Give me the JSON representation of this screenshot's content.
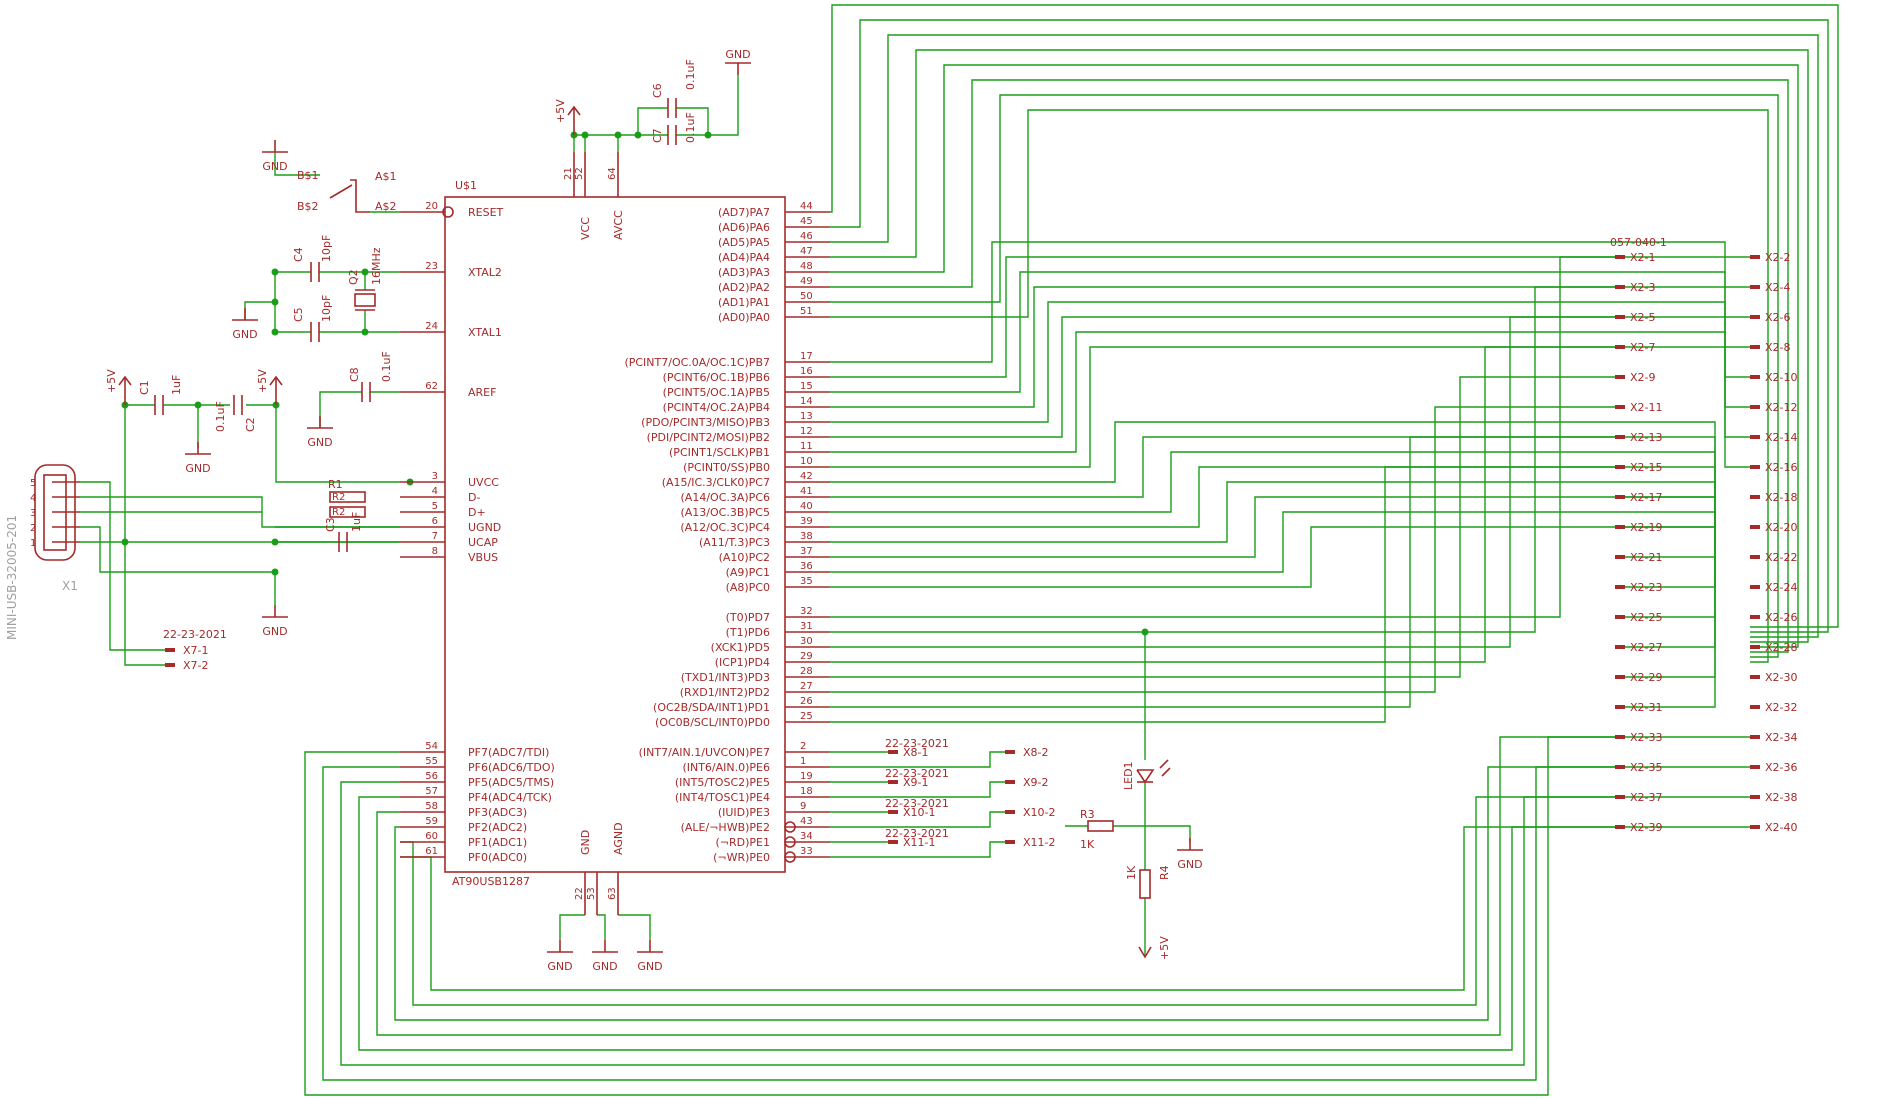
{
  "mcu": {
    "ref": "U$1",
    "part": "AT90USB1287",
    "left_pins": [
      {
        "num": "20",
        "name": "RESET"
      },
      {
        "num": "23",
        "name": "XTAL2"
      },
      {
        "num": "24",
        "name": "XTAL1"
      },
      {
        "num": "62",
        "name": "AREF"
      },
      {
        "num": "3",
        "name": "UVCC"
      },
      {
        "num": "4",
        "name": "D-"
      },
      {
        "num": "5",
        "name": "D+"
      },
      {
        "num": "6",
        "name": "UGND"
      },
      {
        "num": "7",
        "name": "UCAP"
      },
      {
        "num": "8",
        "name": "VBUS"
      },
      {
        "num": "54",
        "name": "PF7(ADC7/TDI)"
      },
      {
        "num": "55",
        "name": "PF6(ADC6/TDO)"
      },
      {
        "num": "56",
        "name": "PF5(ADC5/TMS)"
      },
      {
        "num": "57",
        "name": "PF4(ADC4/TCK)"
      },
      {
        "num": "58",
        "name": "PF3(ADC3)"
      },
      {
        "num": "59",
        "name": "PF2(ADC2)"
      },
      {
        "num": "60",
        "name": "PF1(ADC1)"
      },
      {
        "num": "61",
        "name": "PF0(ADC0)"
      }
    ],
    "right_pins": [
      {
        "num": "44",
        "name": "(AD7)PA7"
      },
      {
        "num": "45",
        "name": "(AD6)PA6"
      },
      {
        "num": "46",
        "name": "(AD5)PA5"
      },
      {
        "num": "47",
        "name": "(AD4)PA4"
      },
      {
        "num": "48",
        "name": "(AD3)PA3"
      },
      {
        "num": "49",
        "name": "(AD2)PA2"
      },
      {
        "num": "50",
        "name": "(AD1)PA1"
      },
      {
        "num": "51",
        "name": "(AD0)PA0"
      },
      {
        "num": "17",
        "name": "(PCINT7/OC.0A/OC.1C)PB7"
      },
      {
        "num": "16",
        "name": "(PCINT6/OC.1B)PB6"
      },
      {
        "num": "15",
        "name": "(PCINT5/OC.1A)PB5"
      },
      {
        "num": "14",
        "name": "(PCINT4/OC.2A)PB4"
      },
      {
        "num": "13",
        "name": "(PDO/PCINT3/MISO)PB3"
      },
      {
        "num": "12",
        "name": "(PDI/PCINT2/MOSI)PB2"
      },
      {
        "num": "11",
        "name": "(PCINT1/SCLK)PB1"
      },
      {
        "num": "10",
        "name": "(PCINT0/SS)PB0"
      },
      {
        "num": "42",
        "name": "(A15/IC.3/CLK0)PC7"
      },
      {
        "num": "41",
        "name": "(A14/OC.3A)PC6"
      },
      {
        "num": "40",
        "name": "(A13/OC.3B)PC5"
      },
      {
        "num": "39",
        "name": "(A12/OC.3C)PC4"
      },
      {
        "num": "38",
        "name": "(A11/T.3)PC3"
      },
      {
        "num": "37",
        "name": "(A10)PC2"
      },
      {
        "num": "36",
        "name": "(A9)PC1"
      },
      {
        "num": "35",
        "name": "(A8)PC0"
      },
      {
        "num": "32",
        "name": "(T0)PD7"
      },
      {
        "num": "31",
        "name": "(T1)PD6"
      },
      {
        "num": "30",
        "name": "(XCK1)PD5"
      },
      {
        "num": "29",
        "name": "(ICP1)PD4"
      },
      {
        "num": "28",
        "name": "(TXD1/INT3)PD3"
      },
      {
        "num": "27",
        "name": "(RXD1/INT2)PD2"
      },
      {
        "num": "26",
        "name": "(OC2B/SDA/INT1)PD1"
      },
      {
        "num": "25",
        "name": "(OC0B/SCL/INT0)PD0"
      },
      {
        "num": "2",
        "name": "(INT7/AIN.1/UVCON)PE7"
      },
      {
        "num": "1",
        "name": "(INT6/AIN.0)PE6"
      },
      {
        "num": "19",
        "name": "(INT5/TOSC2)PE5"
      },
      {
        "num": "18",
        "name": "(INT4/TOSC1)PE4"
      },
      {
        "num": "9",
        "name": "(IUID)PE3"
      },
      {
        "num": "43",
        "name": "(ALE/¬HWB)PE2"
      },
      {
        "num": "34",
        "name": "(¬RD)PE1"
      },
      {
        "num": "33",
        "name": "(¬WR)PE0"
      }
    ],
    "top_pins": [
      {
        "num": "21",
        "name": ""
      },
      {
        "num": "52",
        "name": "VCC"
      },
      {
        "num": "64",
        "name": "AVCC"
      }
    ],
    "bottom_pins": [
      {
        "num": "22",
        "name": "GND"
      },
      {
        "num": "53",
        "name": ""
      },
      {
        "num": "63",
        "name": "AGND"
      }
    ]
  },
  "components": {
    "c1": {
      "ref": "C1",
      "value": "1uF"
    },
    "c2": {
      "ref": "C2",
      "value": "0.1uF"
    },
    "c3": {
      "ref": "C3",
      "value": "1uF"
    },
    "c4": {
      "ref": "C4",
      "value": "10pF"
    },
    "c5": {
      "ref": "C5",
      "value": "10pF"
    },
    "c6": {
      "ref": "C6",
      "value": "0.1uF"
    },
    "c7": {
      "ref": "C7",
      "value": "0.1uF"
    },
    "c8": {
      "ref": "C8",
      "value": "0.1uF"
    },
    "q2": {
      "ref": "Q2",
      "value": "16MHz"
    },
    "r1": {
      "ref": "R1",
      "pin_a": "R1",
      "pin_b": "R2"
    },
    "r3": {
      "ref": "R3",
      "value": "1K"
    },
    "r4": {
      "ref": "R4",
      "value": "1K"
    },
    "led": {
      "ref": "LED1"
    },
    "x1": {
      "ref": "X1",
      "part": "MINI-USB-32005-201",
      "pins": [
        "5",
        "4",
        "3",
        "2",
        "1"
      ]
    },
    "sw": {
      "a1": "A$1",
      "a2": "A$2",
      "b1": "B$1",
      "b2": "B$2"
    }
  },
  "power": {
    "gnd": "GND",
    "vcc": "+5V"
  },
  "x2": {
    "title": "057-040-1",
    "left": [
      "X2-1",
      "X2-3",
      "X2-5",
      "X2-7",
      "X2-9",
      "X2-11",
      "X2-13",
      "X2-15",
      "X2-17",
      "X2-19",
      "X2-21",
      "X2-23",
      "X2-25",
      "X2-27",
      "X2-29",
      "X2-31",
      "X2-33",
      "X2-35",
      "X2-37",
      "X2-39"
    ],
    "right": [
      "X2-2",
      "X2-4",
      "X2-6",
      "X2-8",
      "X2-10",
      "X2-12",
      "X2-14",
      "X2-16",
      "X2-18",
      "X2-20",
      "X2-22",
      "X2-24",
      "X2-26",
      "X2-28",
      "X2-30",
      "X2-32",
      "X2-34",
      "X2-36",
      "X2-38",
      "X2-40"
    ]
  },
  "headers": {
    "title": "22-23-2021",
    "x7": [
      "X7-1",
      "X7-2"
    ],
    "x8": [
      "X8-1",
      "X8-2"
    ],
    "x9": [
      "X9-1",
      "X9-2"
    ],
    "x10": [
      "X10-1",
      "X10-2"
    ],
    "x11": [
      "X11-1",
      "X11-2"
    ]
  }
}
